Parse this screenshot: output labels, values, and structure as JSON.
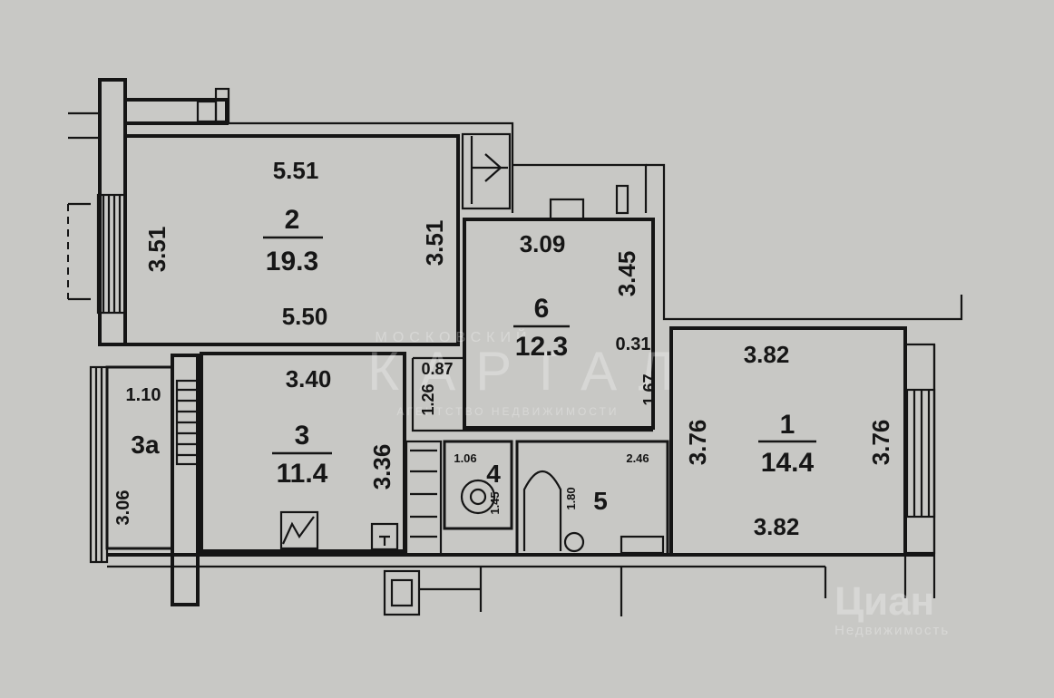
{
  "watermark": {
    "line1": "МОСКОВСКИЙ",
    "line2": "КАРТАЛ",
    "line3": "АГЕНТСТВО НЕДВИЖИМОСТИ",
    "logo": "Циан",
    "logo_sub": "Недвижимость"
  },
  "rooms": {
    "room2": {
      "number": "2",
      "area": "19.3",
      "top": "5.51",
      "bottom": "5.50",
      "left": "3.51",
      "right": "3.51"
    },
    "room6": {
      "number": "6",
      "area": "12.3",
      "top": "3.09",
      "right": "3.45",
      "step": "0.31",
      "step2": "1.67",
      "left_step": "0.87",
      "left_small": "1.26"
    },
    "room1": {
      "number": "1",
      "area": "14.4",
      "top": "3.82",
      "bottom": "3.82",
      "left": "3.76",
      "right": "3.76"
    },
    "room3": {
      "number": "3",
      "area": "11.4",
      "top": "3.40",
      "right": "3.36"
    },
    "room3a": {
      "number": "3а",
      "top": "1.10",
      "left": "3.06"
    },
    "room4": {
      "number": "4",
      "top": "1.06",
      "right": "1.45"
    },
    "room5": {
      "number": "5",
      "top": "2.46",
      "left": "1.80"
    }
  }
}
